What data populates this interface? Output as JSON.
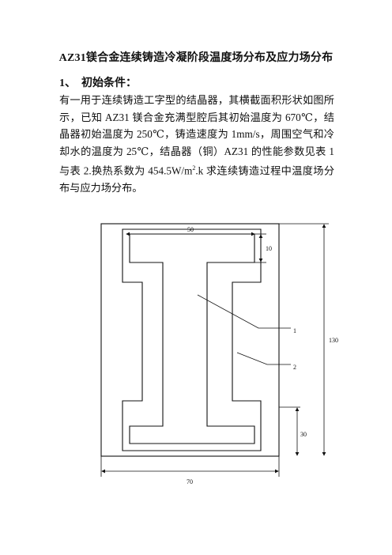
{
  "document": {
    "title": "AZ31镁合金连续铸造冷凝阶段温度场分布及应力场分布",
    "section": {
      "number": "1、",
      "heading": "初始条件："
    },
    "paragraph": {
      "part1": "有一用于连续铸造工字型的结晶器，其横截面积形状如图所示，已知 AZ31 镁合金充满型腔后其初始温度为 670℃，结晶器初始温度为 250℃，铸造速度为 1mm/s，周围空气和冷却水的温度为 25℃，结晶器（铜）AZ31 的性能参数见表 1 与表 2.换热系数为 454.5W/m",
      "superscript": "2",
      "part2": ".k 求连续铸造过程中温度场分布与应力场分布。"
    }
  },
  "figure": {
    "dimensions": {
      "top_width": "50",
      "flange_thickness": "10",
      "total_height": "130",
      "bottom_height": "30",
      "total_width": "70"
    },
    "labels": {
      "region_1": "1",
      "region_2": "2"
    }
  }
}
